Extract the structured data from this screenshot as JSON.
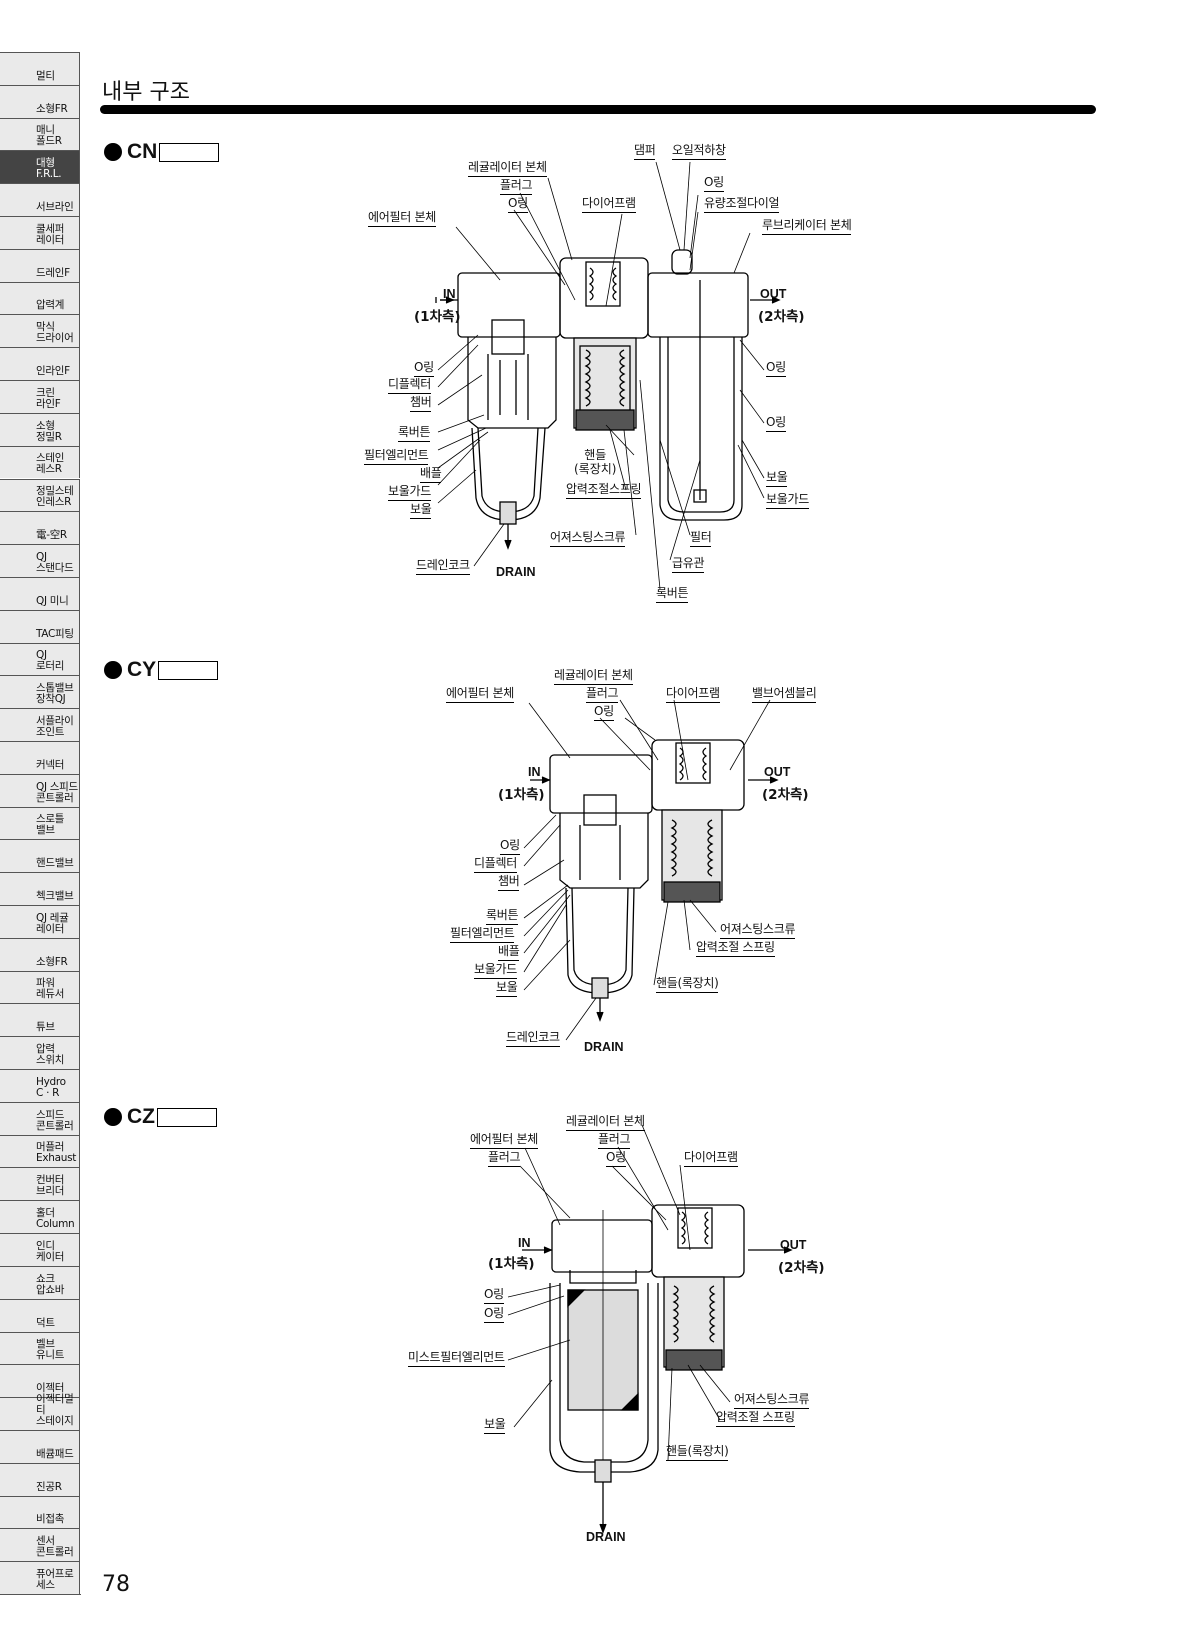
{
  "page_title": "내부 구조",
  "page_number": "78",
  "sidebar": [
    {
      "label": "멀티"
    },
    {
      "label": "소형FR"
    },
    {
      "label": "매니\n폴드R"
    },
    {
      "label": "대형\nF.R.L.",
      "active": true
    },
    {
      "label": "서브라인"
    },
    {
      "label": "쿨세퍼\n레이터"
    },
    {
      "label": "드레인F"
    },
    {
      "label": "압력계"
    },
    {
      "label": "막식\n드라이어"
    },
    {
      "label": "인라인F"
    },
    {
      "label": "크린\n라인F"
    },
    {
      "label": "소형\n정밀R"
    },
    {
      "label": "스테인\n레스R"
    },
    {
      "label": "정밀스테\n인레스R"
    },
    {
      "label": "電-空R"
    },
    {
      "label": "QJ\n스탠다드"
    },
    {
      "label": "QJ 미니"
    },
    {
      "label": "TAC피팅"
    },
    {
      "label": "QJ\n로터리"
    },
    {
      "label": "스톱밸브\n장착QJ"
    },
    {
      "label": "서플라이\n조인트"
    },
    {
      "label": "커넥터"
    },
    {
      "label": "QJ 스피드\n콘트롤러"
    },
    {
      "label": "스로틀\n밸브"
    },
    {
      "label": "핸드밸브"
    },
    {
      "label": "첵크밸브"
    },
    {
      "label": "QJ 레귤\n레이터"
    },
    {
      "label": "소형FR"
    },
    {
      "label": "파워\n레듀서"
    },
    {
      "label": "튜브"
    },
    {
      "label": "압력\n스위치"
    },
    {
      "label": "Hydro\nC · R"
    },
    {
      "label": "스피드\n콘트롤러"
    },
    {
      "label": "머플러\nExhaust"
    },
    {
      "label": "컨버터\n브리더"
    },
    {
      "label": "홀더\nColumn"
    },
    {
      "label": "인디\n케이터"
    },
    {
      "label": "쇼크\n압쇼바"
    },
    {
      "label": "덕트"
    },
    {
      "label": "벨브\n유니트"
    },
    {
      "label": "이젝터"
    },
    {
      "label": "이젝터멀티\n스테이지"
    },
    {
      "label": "배큠패드"
    },
    {
      "label": "진공R"
    },
    {
      "label": "비접촉"
    },
    {
      "label": "센서\n콘트롤러"
    },
    {
      "label": "퓨어프로\n세스"
    }
  ],
  "sections": {
    "cn": {
      "model": "CN",
      "ports": {
        "in": "IN",
        "in_side": "(1차측)",
        "out": "OUT",
        "out_side": "(2차측)",
        "drain": "DRAIN"
      },
      "labels": [
        "레귤레이터 본체",
        "플러그",
        "O링",
        "다이어프램",
        "댐퍼",
        "오일적하창",
        "O링",
        "유량조절다이얼",
        "루브리케이터 본체",
        "에어필터 본체",
        "O링",
        "디플렉터",
        "챔버",
        "록버튼",
        "필터엘리먼트",
        "배플",
        "보울가드",
        "보울",
        "O링",
        "O링",
        "보울",
        "보울가드",
        "어져스팅스크류",
        "필터",
        "급유관",
        "록버튼",
        "드레인코크"
      ],
      "handle": "핸들\n(록장치)",
      "spring": "압력조절스프링"
    },
    "cy": {
      "model": "CY",
      "ports": {
        "in": "IN",
        "in_side": "(1차측)",
        "out": "OUT",
        "out_side": "(2차측)",
        "drain": "DRAIN"
      },
      "labels": [
        "레귤레이터 본체",
        "에어필터 본체",
        "플러그",
        "다이어프램",
        "밸브어셈블리",
        "O링",
        "O링",
        "디플렉터",
        "챔버",
        "록버튼",
        "필터엘리먼트",
        "배플",
        "보울가드",
        "보울",
        "어져스팅스크류",
        "압력조절 스프링",
        "핸들(록장치)",
        "드레인코크"
      ]
    },
    "cz": {
      "model": "CZ",
      "ports": {
        "in": "IN",
        "in_side": "(1차측)",
        "out": "OUT",
        "out_side": "(2차측)",
        "drain": "DRAIN"
      },
      "labels": [
        "레귤레이터 본체",
        "에어필터 본체",
        "플러그",
        "플러그",
        "O링",
        "다이어프램",
        "O링",
        "O링",
        "미스트필터엘리먼트",
        "보울",
        "어져스팅스크류",
        "압력조절 스프링",
        "핸들(록장치)"
      ]
    }
  }
}
